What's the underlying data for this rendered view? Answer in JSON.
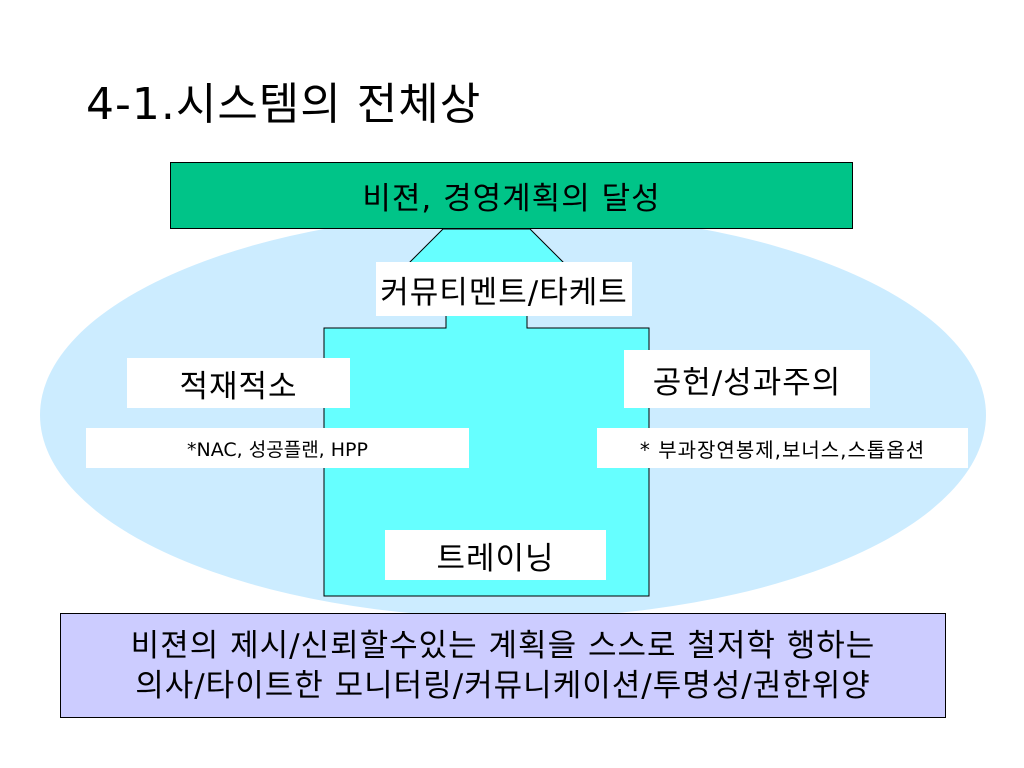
{
  "slide": {
    "title": "4-1.시스템의 전체상"
  },
  "diagram": {
    "goal": "비젼, 경영계획의 달성",
    "commitment": "커뮤티멘트/타케트",
    "left_pillar": {
      "label": "적재적소",
      "detail": "*NAC, 성공플랜, HPP"
    },
    "right_pillar": {
      "label": "공헌/성과주의",
      "detail": "* 부과장연봉제,보너스,스톱옵션"
    },
    "foundation": "트레이닝"
  },
  "summary": {
    "lines": [
      "비젼의 제시/신뢰할수있는 계획을 스스로 철저학 행하는",
      "의사/타이트한 모니터링/커뮤니케이션/투명성/권한위양"
    ]
  },
  "colors": {
    "background_ellipse": "#CCECFF",
    "pillar": "#66FFFF",
    "goal_box": "#00C488",
    "summary_box": "#CCCCFF"
  }
}
